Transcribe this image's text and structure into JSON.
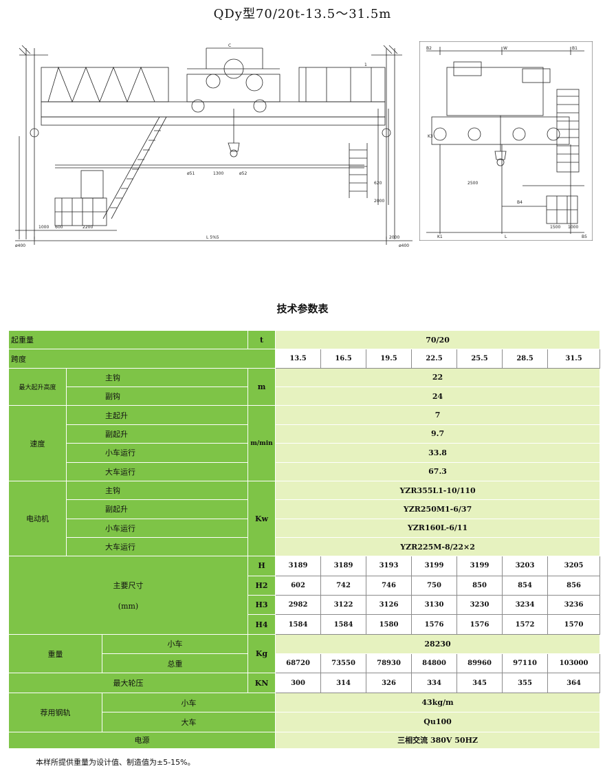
{
  "title": "QDy型70/20t-13.5～31.5m",
  "drawing": {
    "left_labels": [
      "ø400",
      "1000",
      "600",
      "2200",
      "L 5%5",
      "2000",
      "ø400"
    ],
    "center_labels": [
      "C",
      "ø51",
      "1300",
      "ø52",
      "620",
      "2000",
      "1"
    ],
    "right_labels": [
      "B2",
      "W",
      "B1",
      "2500",
      "1500",
      "1000",
      "K1",
      "K3",
      "B4",
      "L",
      "B5"
    ]
  },
  "subtitle": "技术参数表",
  "table": {
    "lift_capacity": {
      "label": "起重量",
      "unit": "t",
      "value": "70/20"
    },
    "span": {
      "label": "跨度",
      "values": [
        "13.5",
        "16.5",
        "19.5",
        "22.5",
        "25.5",
        "28.5",
        "31.5"
      ]
    },
    "max_height": {
      "label": "最大起升高度",
      "unit": "m",
      "rows": [
        {
          "label": "主钩",
          "value": "22"
        },
        {
          "label": "副钩",
          "value": "24"
        }
      ]
    },
    "speed": {
      "label": "速度",
      "unit": "m/min",
      "rows": [
        {
          "label": "主起升",
          "value": "7"
        },
        {
          "label": "副起升",
          "value": "9.7"
        },
        {
          "label": "小车运行",
          "value": "33.8"
        },
        {
          "label": "大车运行",
          "value": "67.3"
        }
      ]
    },
    "motor": {
      "label": "电动机",
      "unit": "Kw",
      "rows": [
        {
          "label": "主钩",
          "value": "YZR355L1-10/110"
        },
        {
          "label": "副起升",
          "value": "YZR250M1-6/37"
        },
        {
          "label": "小车运行",
          "value": "YZR160L-6/11"
        },
        {
          "label": "大车运行",
          "value": "YZR225M-8/22×2"
        }
      ]
    },
    "dimensions": {
      "label": "主要尺寸",
      "label_unit": "(mm)",
      "rows": [
        {
          "unit": "H",
          "values": [
            "3189",
            "3189",
            "3193",
            "3199",
            "3199",
            "3203",
            "3205"
          ]
        },
        {
          "unit": "H2",
          "values": [
            "602",
            "742",
            "746",
            "750",
            "850",
            "854",
            "856"
          ]
        },
        {
          "unit": "H3",
          "values": [
            "2982",
            "3122",
            "3126",
            "3130",
            "3230",
            "3234",
            "3236"
          ]
        },
        {
          "unit": "H4",
          "values": [
            "1584",
            "1584",
            "1580",
            "1576",
            "1576",
            "1572",
            "1570"
          ]
        }
      ]
    },
    "weight": {
      "label": "重量",
      "unit": "Kg",
      "trolley_label": "小车",
      "trolley_value": "28230",
      "total_label": "总重",
      "total_values": [
        "68720",
        "73550",
        "78930",
        "84800",
        "89960",
        "97110",
        "103000"
      ]
    },
    "wheel_load": {
      "label": "最大轮压",
      "unit": "KN",
      "values": [
        "300",
        "314",
        "326",
        "334",
        "345",
        "355",
        "364"
      ]
    },
    "rail": {
      "label": "荐用钢轨",
      "rows": [
        {
          "label": "小车",
          "value": "43kg/m"
        },
        {
          "label": "大车",
          "value": "Qu100"
        }
      ]
    },
    "power": {
      "label": "电源",
      "value": "三相交流  380V  50HZ"
    }
  },
  "note": "本样所提供重量为设计值、制造值为±5-15%。"
}
